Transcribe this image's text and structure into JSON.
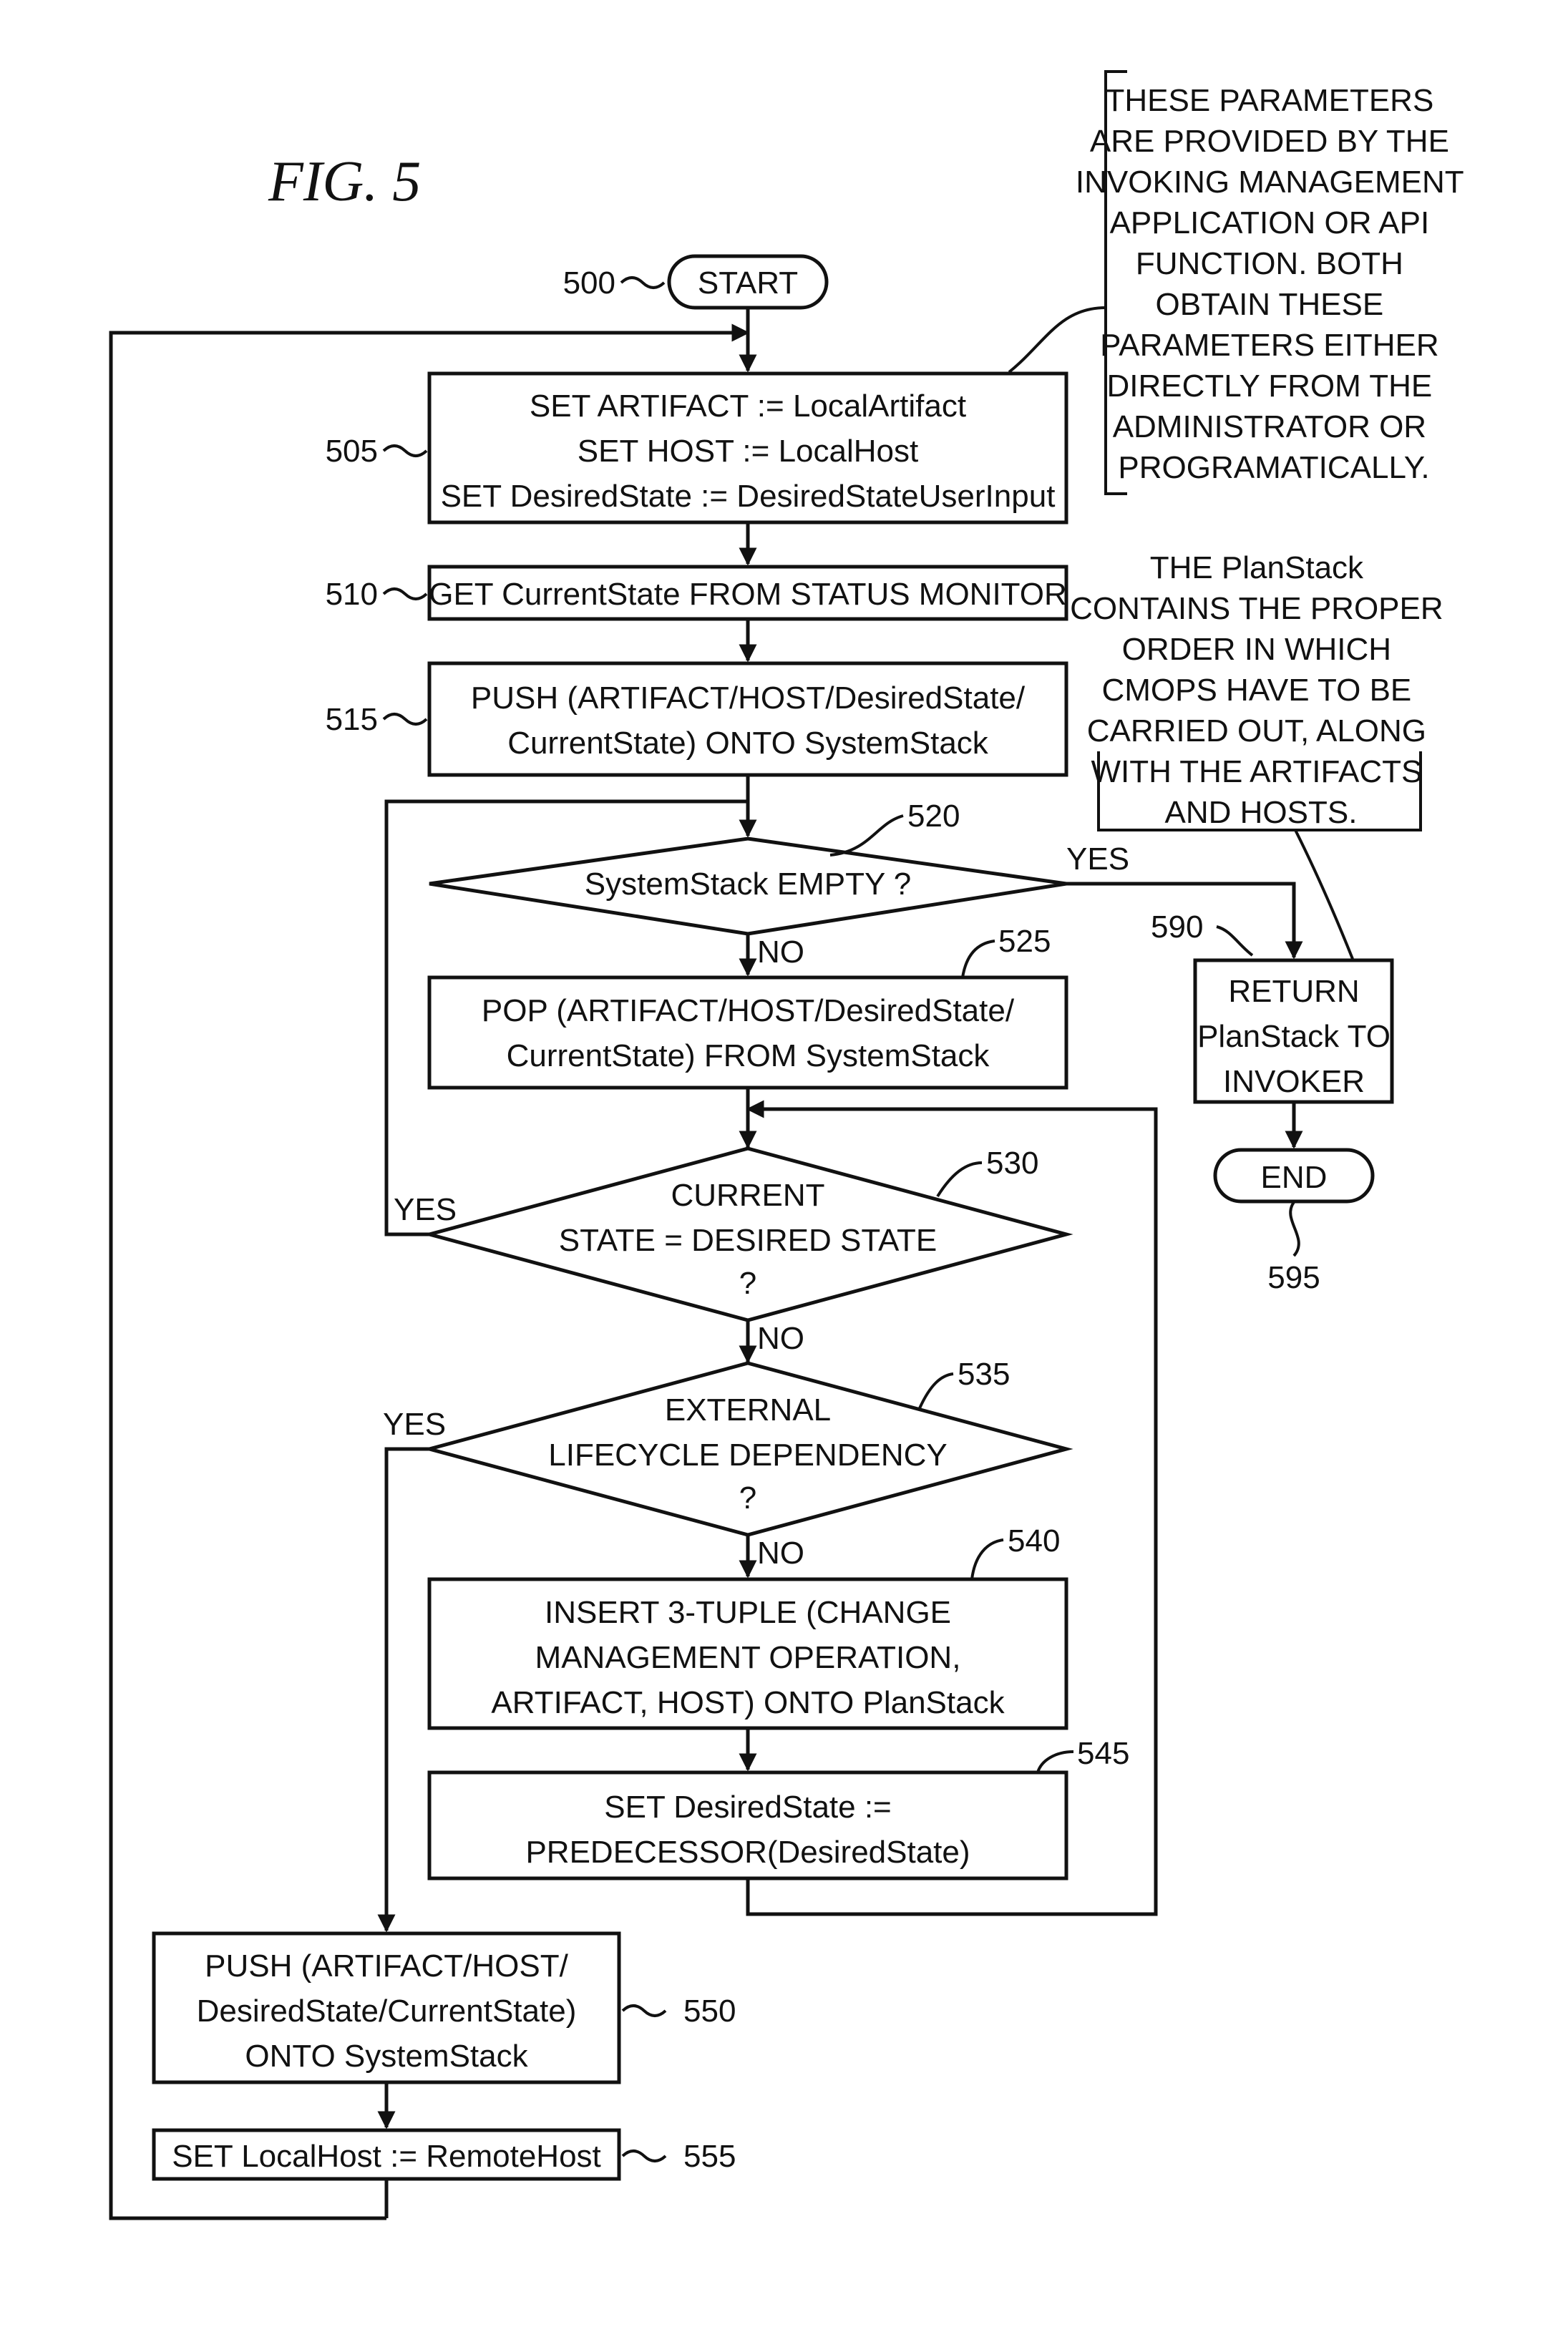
{
  "figure_label": "FIG.  5",
  "note_parameters": [
    "THESE PARAMETERS",
    "ARE PROVIDED BY THE",
    "INVOKING MANAGEMENT",
    "APPLICATION OR API",
    "FUNCTION. BOTH",
    "OBTAIN THESE",
    "PARAMETERS EITHER",
    "DIRECTLY FROM THE",
    "ADMINISTRATOR OR",
    "PROGRAMATICALLY."
  ],
  "note_planstack": [
    "THE PlanStack",
    "CONTAINS THE PROPER",
    "ORDER IN WHICH",
    "CMOPS HAVE TO BE",
    "CARRIED OUT, ALONG",
    "WITH THE ARTIFACTS",
    "AND HOSTS."
  ],
  "nodes": {
    "start": {
      "ref": "500",
      "lines": [
        "START"
      ]
    },
    "n505": {
      "ref": "505",
      "lines": [
        "SET ARTIFACT := LocalArtifact",
        "SET HOST := LocalHost",
        "SET DesiredState := DesiredStateUserInput"
      ]
    },
    "n510": {
      "ref": "510",
      "lines": [
        "GET CurrentState FROM STATUS MONITOR"
      ]
    },
    "n515": {
      "ref": "515",
      "lines": [
        "PUSH (ARTIFACT/HOST/DesiredState/",
        "CurrentState) ONTO SystemStack"
      ]
    },
    "n520": {
      "ref": "520",
      "lines": [
        "SystemStack EMPTY ?"
      ]
    },
    "n525": {
      "ref": "525",
      "lines": [
        "POP (ARTIFACT/HOST/DesiredState/",
        "CurrentState) FROM SystemStack"
      ]
    },
    "n530": {
      "ref": "530",
      "lines": [
        "CURRENT",
        "STATE = DESIRED STATE",
        "?"
      ]
    },
    "n535": {
      "ref": "535",
      "lines": [
        "EXTERNAL",
        "LIFECYCLE DEPENDENCY",
        "?"
      ]
    },
    "n540": {
      "ref": "540",
      "lines": [
        "INSERT 3-TUPLE (CHANGE",
        "MANAGEMENT OPERATION,",
        "ARTIFACT, HOST) ONTO PlanStack"
      ]
    },
    "n545": {
      "ref": "545",
      "lines": [
        "SET DesiredState :=",
        "PREDECESSOR(DesiredState)"
      ]
    },
    "n550": {
      "ref": "550",
      "lines": [
        "PUSH (ARTIFACT/HOST/",
        "DesiredState/CurrentState)",
        "ONTO SystemStack"
      ]
    },
    "n555": {
      "ref": "555",
      "lines": [
        "SET LocalHost := RemoteHost"
      ]
    },
    "n590": {
      "ref": "590",
      "lines": [
        "RETURN",
        "PlanStack TO",
        "INVOKER"
      ]
    },
    "end": {
      "ref": "595",
      "lines": [
        "END"
      ]
    }
  },
  "edge_labels": {
    "yes": "YES",
    "no": "NO"
  }
}
